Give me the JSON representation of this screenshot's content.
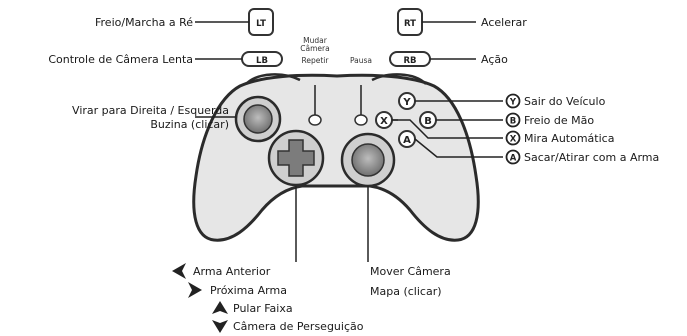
{
  "labels": {
    "lt_left": "Freio/Marcha a Ré",
    "lb_left": "Controle de Câmera Lenta",
    "ls_left_1": "Virar para Direita / Esquerda",
    "ls_left_2": "Buzina (clicar)",
    "rt_right": "Acelerar",
    "rb_right": "Ação",
    "y_right": "Sair do Veículo",
    "b_right": "Freio de Mão",
    "x_right": "Mira Automática",
    "a_right": "Sacar/Atirar com a Arma",
    "back_1": "Mudar",
    "back_2": "Câmera",
    "back_3": "Repetir",
    "start": "Pausa",
    "dpad_left": "Arma Anterior",
    "dpad_right": "Próxima Arma",
    "dpad_up": "Pular Faixa",
    "dpad_down": "Câmera de Perseguição",
    "rs_1": "Mover Câmera",
    "rs_2": "Mapa (clicar)"
  },
  "buttons": {
    "lt": "LT",
    "rt": "RT",
    "lb": "LB",
    "rb": "RB",
    "y": "Y",
    "b": "B",
    "x": "X",
    "a": "A"
  }
}
